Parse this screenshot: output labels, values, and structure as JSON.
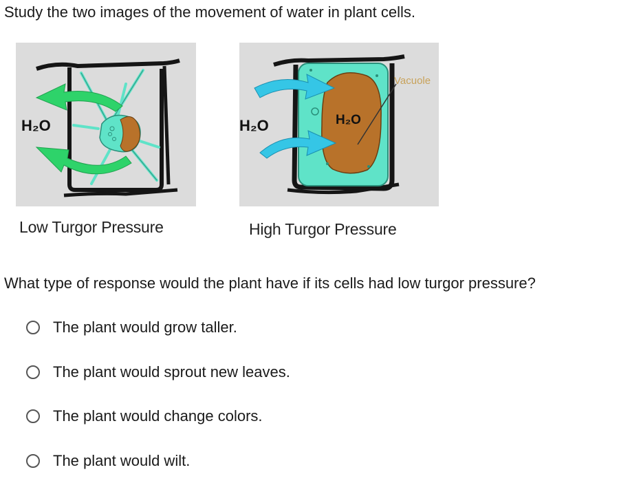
{
  "prompt": "Study the two images of the movement of water in plant cells.",
  "figures": {
    "low": {
      "water_label": "H₂O",
      "caption": "Low Turgor Pressure"
    },
    "high": {
      "water_label": "H₂O",
      "vacuole_water_label": "H₂O",
      "vacuole_label": "Vacuole",
      "caption": "High Turgor Pressure"
    }
  },
  "question": "What type of response would the plant have if its cells had low turgor pressure?",
  "options": [
    {
      "label": "The plant would grow taller.",
      "selected": false
    },
    {
      "label": "The plant would sprout new leaves.",
      "selected": false
    },
    {
      "label": "The plant would change colors.",
      "selected": false
    },
    {
      "label": "The plant would wilt.",
      "selected": false
    }
  ],
  "colors": {
    "cytoplasm": "#5fe3c8",
    "vacuole": "#b8722a",
    "arrow_out": "#2ed36a",
    "arrow_in": "#35c6e6",
    "cell_wall": "#151515",
    "figure_bg": "#dcdcdc",
    "vacuole_text": "#c8a25a"
  }
}
